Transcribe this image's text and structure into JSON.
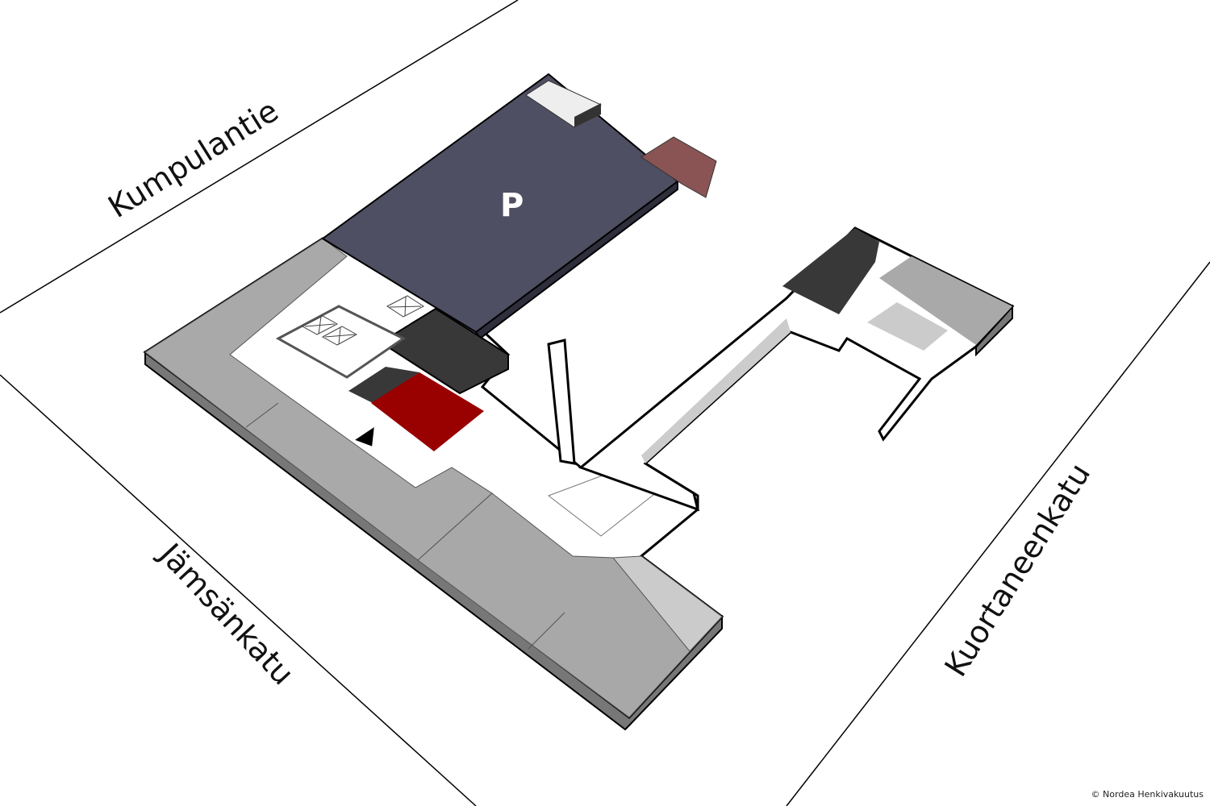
{
  "streets": {
    "north": "Kumpulantie",
    "west": "Jämsänkatu",
    "east": "Kuortaneenkatu"
  },
  "parking_label": "P",
  "copyright": "© Nordea Henkivakuutus",
  "colors": {
    "parking": "#4f4f63",
    "highlight": "#990000",
    "wing": "#a9a9a9",
    "dark": "#383838",
    "floor": "#ffffff"
  },
  "icons": [
    "you-are-here-marker-icon",
    "elevator-icon"
  ]
}
